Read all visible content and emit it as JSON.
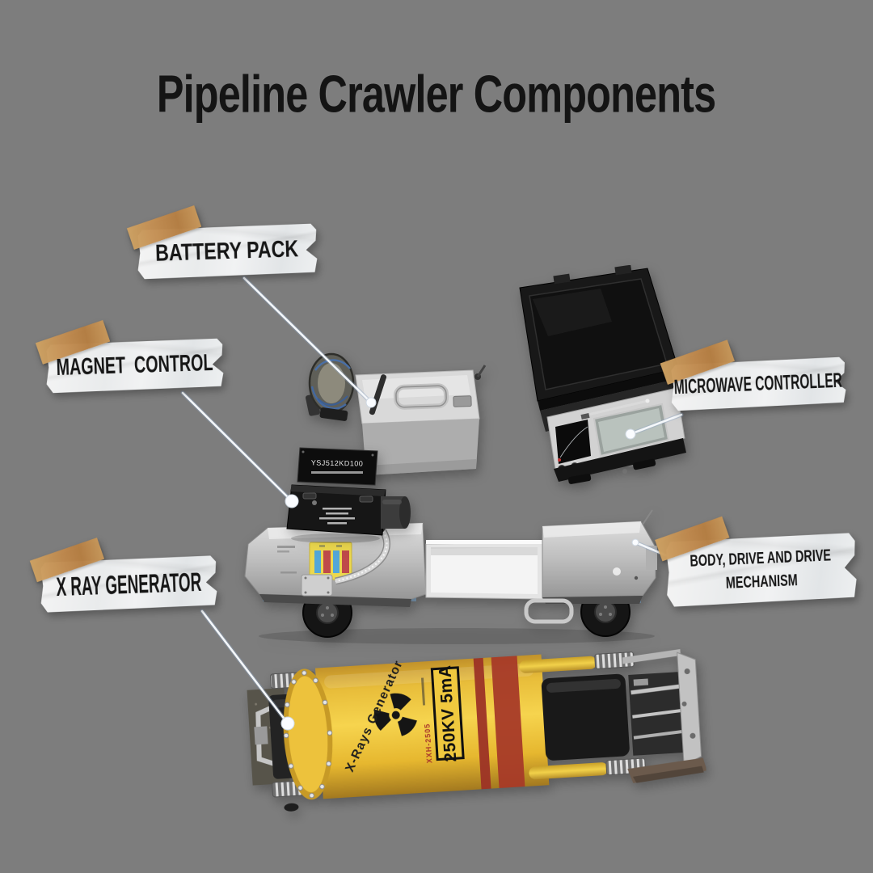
{
  "title": "Pipeline Crawler Components",
  "labels": [
    {
      "id": "battery-pack",
      "text": "BATTERY PACK"
    },
    {
      "id": "magnet-control",
      "text": "MAGNET  CONTROL"
    },
    {
      "id": "microwave-controller",
      "text": "MICROWAVE CONTROLLER"
    },
    {
      "id": "x-ray-generator",
      "text": "X RAY GENERATOR"
    },
    {
      "id": "body-drive-mechanism",
      "line1": "BODY, DRIVE AND DRIVE",
      "line2": "MECHANISM"
    }
  ],
  "equipment": {
    "x_ray_generator": {
      "side_text": "X-Rays Generator",
      "rating": "250KV 5mA",
      "model": "XXH-2505"
    },
    "magnet_control": {
      "panel_text": "YSJ512KD100"
    }
  },
  "colors": {
    "background": "#7d7d7d",
    "title_text": "#141414",
    "banner": "#eef0f1",
    "tape": "#c08a4e",
    "connector_line": "#f4f7fa",
    "generator_yellow": "#f0c93f",
    "generator_stripe": "#a63a28",
    "sticker_yellow": "#ecd84e",
    "sticker_blue": "#53a7d8",
    "sticker_red": "#bf4a4a",
    "steel": "#c9c9c9",
    "case_black": "#181818"
  }
}
